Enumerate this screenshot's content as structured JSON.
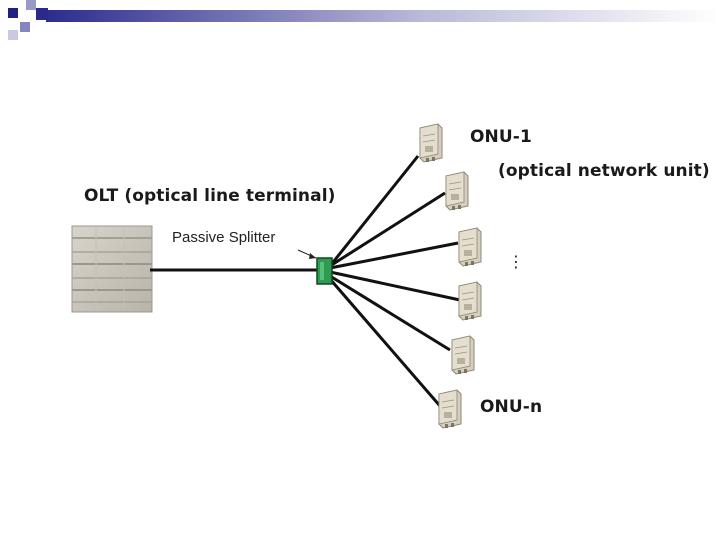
{
  "slide": {
    "accent_color": "#1f1f86",
    "band_gradient": [
      "#2c2c8e",
      "#ffffff"
    ]
  },
  "diagram": {
    "olt_label": "OLT (optical line terminal)",
    "splitter_label": "Passive Splitter",
    "onu_first_label": "ONU-1",
    "onu_first_desc": "(optical network unit)",
    "onu_last_label": "ONU-n",
    "ellipsis": "⋮",
    "icons": {
      "olt": "rack-server-icon",
      "splitter": "splitter-icon",
      "onu": "onu-device-icon"
    },
    "colors": {
      "fiber": "#111111",
      "splitter": "#2e9a52",
      "device": "#d8d2c2"
    }
  }
}
